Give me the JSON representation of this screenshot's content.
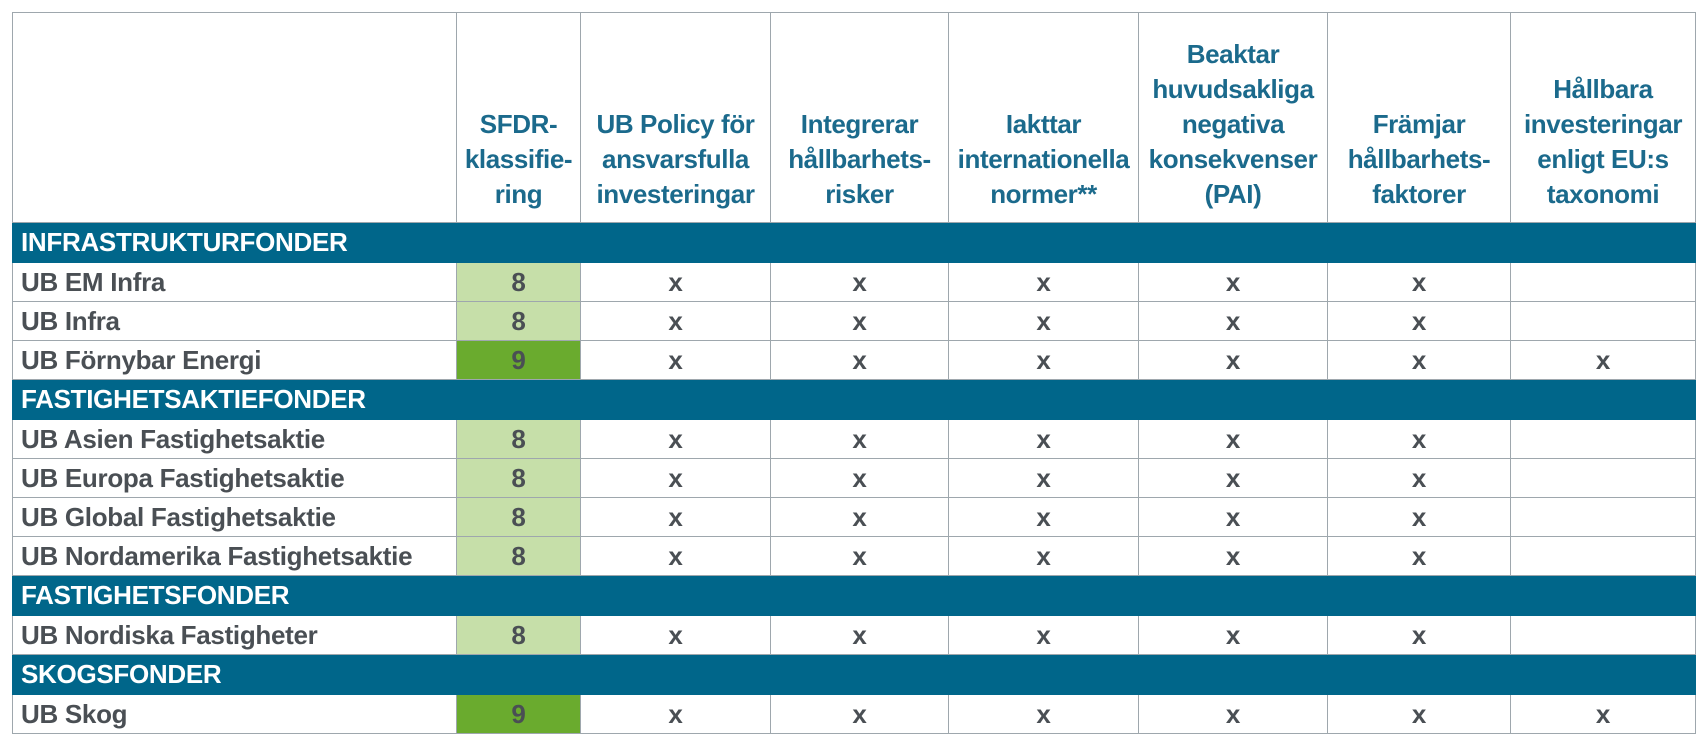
{
  "headers": [
    "",
    "SFDR-\nklassifie-\nring",
    "UB Policy för\nansvarsfulla\ninvesteringar",
    "Integrerar\nhållbarhets-\nrisker",
    "Iakttar\ninternationella\nnormer**",
    "Beaktar\nhuvudsakliga\nnegativa\nkonsekvenser\n(PAI)",
    "Främjar\nhållbarhets-\nfaktorer",
    "Hållbara\ninvesteringar\nenligt EU:s\ntaxonomi"
  ],
  "colors": {
    "header_text": "#1b6a8c",
    "group_bg": "#00668a",
    "sfdr_8_bg": "#c6dfa9",
    "sfdr_9_bg": "#6aab2e",
    "body_text": "#4a4f54"
  },
  "groups": [
    {
      "title": "INFRASTRUKTURFONDER",
      "rows": [
        {
          "name": "UB EM Infra",
          "sfdr": "8",
          "cells": [
            "x",
            "x",
            "x",
            "x",
            "x",
            ""
          ]
        },
        {
          "name": "UB Infra",
          "sfdr": "8",
          "cells": [
            "x",
            "x",
            "x",
            "x",
            "x",
            ""
          ]
        },
        {
          "name": "UB Förnybar Energi",
          "sfdr": "9",
          "cells": [
            "x",
            "x",
            "x",
            "x",
            "x",
            "x"
          ]
        }
      ]
    },
    {
      "title": "FASTIGHETSAKTIEFONDER",
      "rows": [
        {
          "name": "UB Asien Fastighetsaktie",
          "sfdr": "8",
          "cells": [
            "x",
            "x",
            "x",
            "x",
            "x",
            ""
          ]
        },
        {
          "name": "UB Europa Fastighetsaktie",
          "sfdr": "8",
          "cells": [
            "x",
            "x",
            "x",
            "x",
            "x",
            ""
          ]
        },
        {
          "name": "UB Global Fastighetsaktie",
          "sfdr": "8",
          "cells": [
            "x",
            "x",
            "x",
            "x",
            "x",
            ""
          ]
        },
        {
          "name": "UB Nordamerika Fastighetsaktie",
          "sfdr": "8",
          "cells": [
            "x",
            "x",
            "x",
            "x",
            "x",
            ""
          ]
        }
      ]
    },
    {
      "title": "FASTIGHETSFONDER",
      "rows": [
        {
          "name": "UB Nordiska Fastigheter",
          "sfdr": "8",
          "cells": [
            "x",
            "x",
            "x",
            "x",
            "x",
            ""
          ]
        }
      ]
    },
    {
      "title": "SKOGSFONDER",
      "rows": [
        {
          "name": "UB Skog",
          "sfdr": "9",
          "cells": [
            "x",
            "x",
            "x",
            "x",
            "x",
            "x"
          ]
        }
      ]
    }
  ]
}
